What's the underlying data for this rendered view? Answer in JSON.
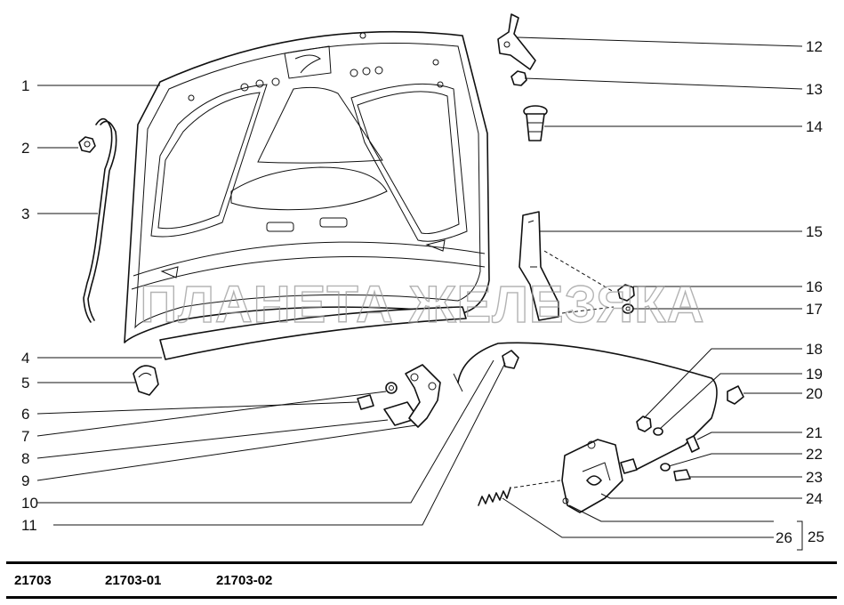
{
  "watermark": "ПЛАНЕТА ЖЕЛЕЗЯКА",
  "callouts": [
    "1",
    "2",
    "3",
    "4",
    "5",
    "6",
    "7",
    "8",
    "9",
    "10",
    "11",
    "12",
    "13",
    "14",
    "15",
    "16",
    "17",
    "18",
    "19",
    "20",
    "21",
    "22",
    "23",
    "24",
    "25",
    "26"
  ],
  "models": [
    "21703",
    "21703-01",
    "21703-02"
  ]
}
